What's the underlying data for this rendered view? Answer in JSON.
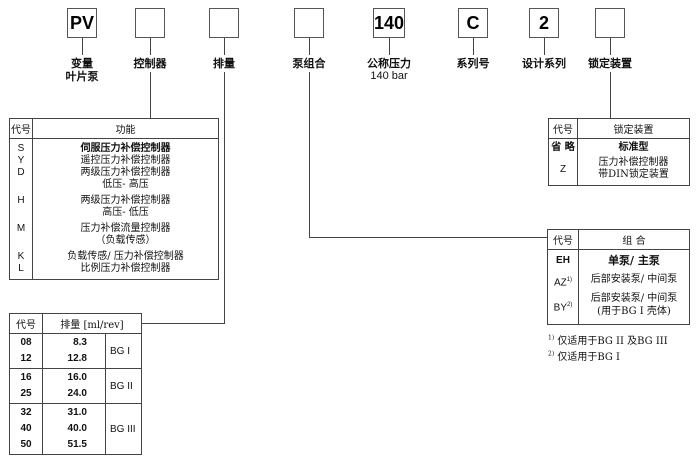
{
  "code_boxes": [
    {
      "value": "PV",
      "label": "变量",
      "label2": "叶片泵"
    },
    {
      "value": "",
      "label": "控制器"
    },
    {
      "value": "",
      "label": "排量"
    },
    {
      "value": "",
      "label": "泵组合"
    },
    {
      "value": "140",
      "label": "公称压力",
      "label2": "140 bar"
    },
    {
      "value": "C",
      "label": "系列号"
    },
    {
      "value": "2",
      "label": "设计系列"
    },
    {
      "value": "",
      "label": "锁定装置"
    }
  ],
  "controller_table": {
    "headers": [
      "代号",
      "功能"
    ],
    "rows": [
      {
        "code": "S",
        "lines": [
          "伺服压力补偿控制器"
        ],
        "bold": true
      },
      {
        "code": "Y",
        "lines": [
          "遥控压力补偿控制器"
        ]
      },
      {
        "code": "D",
        "lines": [
          "两级压力补偿控制器",
          "低压- 高压"
        ]
      },
      {
        "code": "H",
        "lines": [
          "两级压力补偿控制器",
          "高压- 低压"
        ]
      },
      {
        "code": "M",
        "lines": [
          "压力补偿流量控制器",
          "（负载传感）"
        ]
      },
      {
        "code": "K",
        "lines": [
          "负载传感/ 压力补偿控制器"
        ]
      },
      {
        "code": "L",
        "lines": [
          "比例压力补偿控制器"
        ]
      }
    ]
  },
  "displacement_table": {
    "headers": [
      "代号",
      "排量 [ml/rev]"
    ],
    "groups": [
      {
        "size": "BG I",
        "rows": [
          {
            "code": "08",
            "value": "8.3"
          },
          {
            "code": "12",
            "value": "12.8"
          }
        ]
      },
      {
        "size": "BG II",
        "rows": [
          {
            "code": "16",
            "value": "16.0"
          },
          {
            "code": "25",
            "value": "24.0"
          }
        ]
      },
      {
        "size": "BG III",
        "rows": [
          {
            "code": "32",
            "value": "31.0"
          },
          {
            "code": "40",
            "value": "40.0"
          },
          {
            "code": "50",
            "value": "51.5"
          }
        ]
      }
    ]
  },
  "lock_table": {
    "headers": [
      "代号",
      "锁定装置"
    ],
    "rows": [
      {
        "code": "省 略",
        "lines": [
          "标准型"
        ],
        "bold": true
      },
      {
        "code": "Z",
        "lines": [
          "压力补偿控制器",
          "带DIN锁定装置"
        ]
      }
    ]
  },
  "combo_table": {
    "headers": [
      "代号",
      "组 合"
    ],
    "rows": [
      {
        "code": "EH",
        "sup": "",
        "lines": [
          "单泵/ 主泵"
        ],
        "bold": true
      },
      {
        "code": "AZ",
        "sup": "1)",
        "lines": [
          "后部安装泵/ 中间泵"
        ]
      },
      {
        "code": "BY",
        "sup": "2)",
        "lines": [
          "后部安装泵/ 中间泵",
          "(用于BG Ⅰ 壳体)"
        ]
      }
    ]
  },
  "footnotes": [
    {
      "mark": "1)",
      "text": "仅适用于BG II 及BG III"
    },
    {
      "mark": "2)",
      "text": "仅适用于BG I"
    }
  ]
}
